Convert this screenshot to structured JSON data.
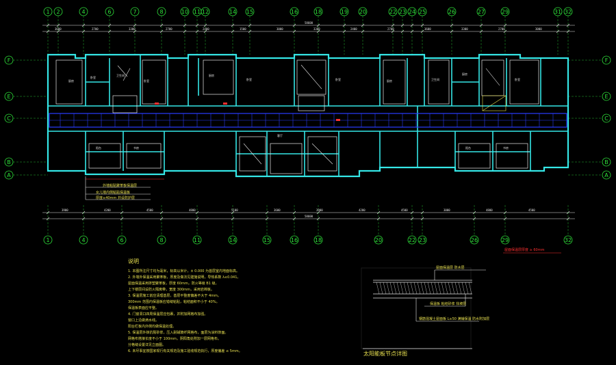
{
  "axes_top": [
    "1",
    "2",
    "4",
    "6",
    "7",
    "8",
    "10",
    "11",
    "12",
    "14",
    "15",
    "16",
    "18",
    "19",
    "20",
    "22",
    "23",
    "24",
    "25",
    "26",
    "27",
    "29",
    "31",
    "32"
  ],
  "axes_bottom": [
    "1",
    "4",
    "6",
    "8",
    "11",
    "14",
    "15",
    "16",
    "18",
    "20",
    "22",
    "23",
    "26",
    "29",
    "32"
  ],
  "axes_left": [
    "F",
    "E",
    "C",
    "B",
    "A"
  ],
  "axes_right": [
    "F",
    "E",
    "C",
    "B",
    "A"
  ],
  "rooms": {
    "kitchen": "厨房",
    "bath": "卫生间",
    "bedroom": "卧室",
    "living": "客厅",
    "stair": "楼梯间",
    "balcony": "阳台",
    "study": "书房"
  },
  "dims_top": [
    "3600",
    "2700",
    "3300",
    "2700",
    "2400",
    "1500",
    "3000",
    "3300",
    "2400",
    "2700",
    "3600",
    "3300",
    "2700",
    "3000"
  ],
  "dims_bottom": [
    "3900",
    "4200",
    "4500",
    "4800",
    "5100",
    "3600",
    "3900",
    "4200",
    "4500",
    "3000",
    "4800",
    "4500"
  ],
  "overall": "58600",
  "annotations": {
    "a1": "外墙粘贴聚苯板保温层",
    "a2": "女儿墙内侧粘贴保温板",
    "a3": "厚度≥40mm 并设防护层"
  },
  "red_note": "屋面保温层厚度 ≥ 60mm",
  "notes": {
    "title": "说明",
    "lines": [
      "1.  本图所注尺寸均为毫米，标高以米计，± 0.000 为首层室内地面标高。",
      "2.  外墙外保温采用聚苯板，厚度及做法见建施说明，导热系数 λ≤0.041。",
      "     屋面保温采用挤塑聚苯板，厚度 60mm，防火等级 B1 级。",
      "     上下楼层间设防火隔离带，宽度 300mm，采用岩棉板。",
      "3.  保温层施工前应清理基层，基层平整度偏差不大于 4mm。",
      "     300mm 范围内保温板应错缝粘贴，粘结面积不小于 40%。",
      "     保温板表面应平整。",
      "4.  门窗洞口四周保温层应包裹，并附加网格布加强。",
      "     窗口上沿做滴水线。",
      "     阳台栏板内外侧均做保温处理。",
      "5.  保温层外抹抗裂砂浆，压入耐碱玻纤网格布，面层为涂料饰面。",
      "     网格布搭接长度不小于 100mm，阴阳角处附加一层网格布。",
      "     分格缝设置详见立面图。",
      "6.  未尽事宜按国家现行有关规范及施工验收规范执行，厚度偏差 ≤ 5mm。"
    ]
  },
  "detail": {
    "title": "太阳能板节点详图",
    "label_top": "屋面保温层 防水层",
    "label_mid": "保温板 粘结砂浆 找坡层",
    "label_bot": "钢筋混凝土屋面板 L≥50 满铺保温 防水附加层"
  }
}
